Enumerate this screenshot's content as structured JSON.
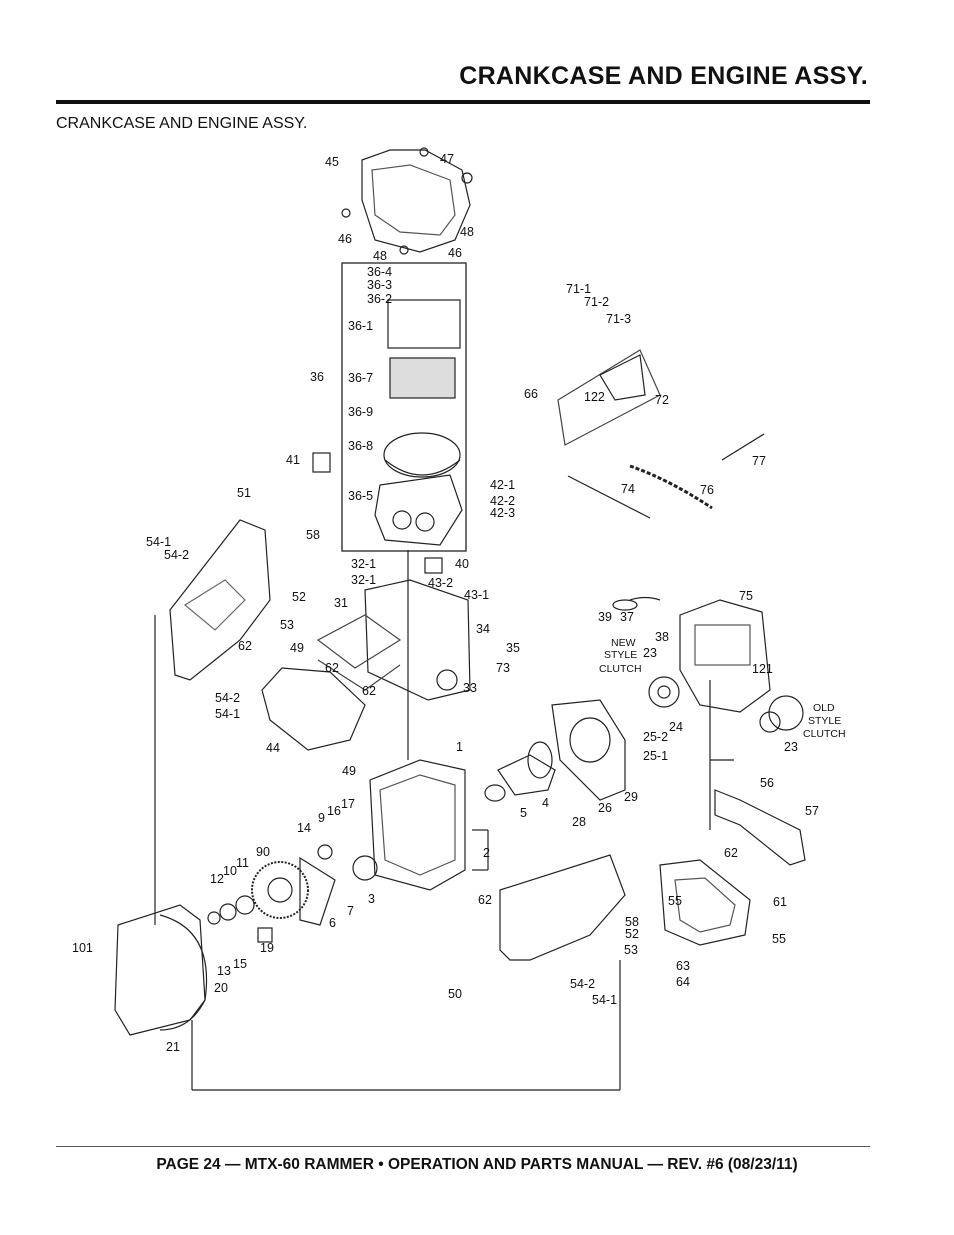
{
  "header": {
    "page_title": "CRANKCASE AND ENGINE ASSY.",
    "section_heading": "CRANKCASE AND ENGINE ASSY."
  },
  "diagram": {
    "part_labels": [
      "45",
      "47",
      "46",
      "48",
      "48",
      "46",
      "36-4",
      "36-3",
      "36-2",
      "36-1",
      "36",
      "36-7",
      "36-9",
      "36-8",
      "41",
      "36-5",
      "42-1",
      "42-2",
      "42-3",
      "51",
      "58",
      "54-1",
      "54-2",
      "52",
      "53",
      "32-1",
      "32-1",
      "40",
      "43-2",
      "43-1",
      "31",
      "62",
      "49",
      "62",
      "34",
      "35",
      "73",
      "62",
      "33",
      "54-2",
      "54-1",
      "44",
      "49",
      "71-1",
      "71-2",
      "71-3",
      "66",
      "122",
      "72",
      "77",
      "74",
      "76",
      "39",
      "37",
      "38",
      "75",
      "23",
      "121",
      "24",
      "25-2",
      "25-1",
      "23",
      "1",
      "4",
      "5",
      "26",
      "29",
      "28",
      "56",
      "57",
      "62",
      "2",
      "14",
      "9",
      "16",
      "17",
      "90",
      "12",
      "10",
      "11",
      "6",
      "7",
      "3",
      "62",
      "58",
      "52",
      "53",
      "55",
      "61",
      "55",
      "13",
      "15",
      "19",
      "101",
      "20",
      "21",
      "50",
      "54-2",
      "54-1",
      "63",
      "64"
    ],
    "callouts": {
      "new_style_clutch": [
        "NEW",
        "STYLE",
        "CLUTCH"
      ],
      "old_style_clutch": [
        "OLD",
        "STYLE",
        "CLUTCH"
      ]
    }
  },
  "footer": {
    "text": "PAGE 24 — MTX-60 RAMMER • OPERATION AND PARTS MANUAL — REV. #6 (08/23/11)"
  }
}
